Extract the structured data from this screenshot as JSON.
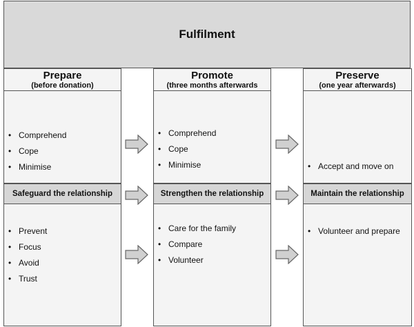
{
  "banner": {
    "title": "Fulfilment"
  },
  "columns": [
    {
      "title": "Prepare",
      "subtitle": "(before donation)",
      "top_items": [
        "Comprehend",
        "Cope",
        "Minimise"
      ],
      "band": "Safeguard the relationship",
      "bottom_items": [
        "Prevent",
        "Focus",
        "Avoid",
        "Trust"
      ]
    },
    {
      "title": "Promote",
      "subtitle": "(three months afterwards",
      "top_items": [
        "Comprehend",
        "Cope",
        "Minimise"
      ],
      "band": "Strengthen the relationship",
      "bottom_items": [
        "Care for the family",
        "Compare",
        "Volunteer"
      ]
    },
    {
      "title": "Preserve",
      "subtitle": "(one year afterwards)",
      "top_items": [
        "Accept and move on"
      ],
      "band": "Maintain the relationship",
      "bottom_items": [
        "Volunteer and prepare"
      ]
    }
  ],
  "bullet": "•",
  "colors": {
    "banner_fill": "#d9d9d9",
    "band_fill": "#d6d6d6",
    "panel_fill": "#f4f4f4",
    "arrow_fill": "#d0d0d0",
    "border": "#555555"
  }
}
